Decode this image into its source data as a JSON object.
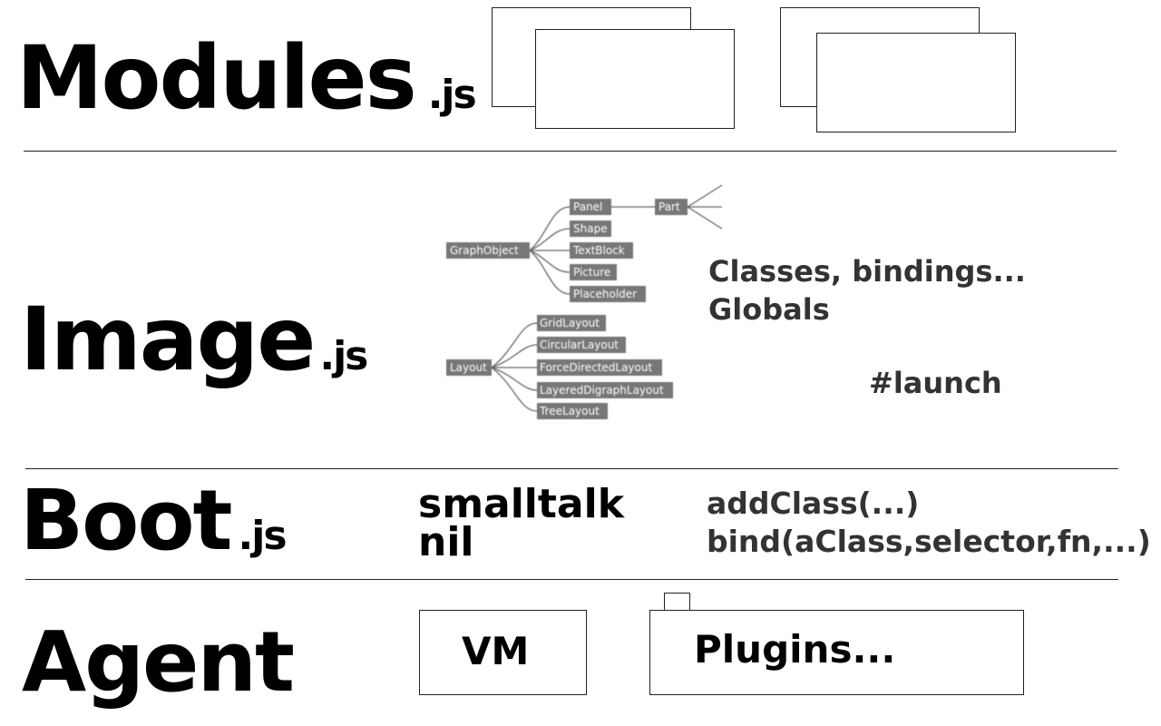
{
  "sections": {
    "modules": {
      "name": "Modules",
      "ext": ".js"
    },
    "image": {
      "name": "Image",
      "ext": ".js"
    },
    "boot": {
      "name": "Boot",
      "ext": ".js"
    },
    "agent": {
      "name": "Agent",
      "ext": ""
    }
  },
  "image_panel": {
    "line1": "Classes, bindings...",
    "line2": "Globals",
    "launch": "#launch",
    "tree1": {
      "root": "GraphObject",
      "children": [
        "Panel",
        "Shape",
        "TextBlock",
        "Picture",
        "Placeholder"
      ],
      "part": "Part"
    },
    "tree2": {
      "root": "Layout",
      "children": [
        "GridLayout",
        "CircularLayout",
        "ForceDirectedLayout",
        "LayeredDigraphLayout",
        "TreeLayout"
      ]
    }
  },
  "boot_panel": {
    "left1": "smalltalk",
    "left2": "nil",
    "right1": "addClass(...)",
    "right2": "bind(aClass,selector,fn,...)"
  },
  "agent_panel": {
    "vm": "VM",
    "plugins": "Plugins..."
  }
}
